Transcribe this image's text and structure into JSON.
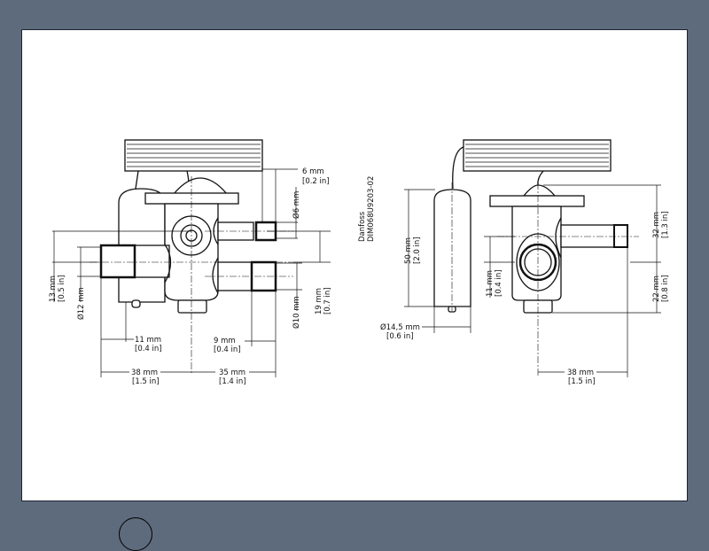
{
  "document": {
    "code_label": "Danfoss",
    "drawing_number": "DIM068U9203-02"
  },
  "left_view": {
    "dims": {
      "d1_mm": "6 mm",
      "d1_in": "[0.2 in]",
      "d2": "Ø6 mm",
      "d3_mm": "13 mm",
      "d3_in": "[0.5 in]",
      "d4": "Ø12 mm",
      "d5_mm": "19 mm",
      "d5_in": "[0.7 in]",
      "d6": "Ø10 mm",
      "d7_mm": "11 mm",
      "d7_in": "[0.4 in]",
      "d8_mm": "9 mm",
      "d8_in": "[0.4 in]",
      "d9_mm": "38 mm",
      "d9_in": "[1.5 in]",
      "d10_mm": "35 mm",
      "d10_in": "[1.4 in]"
    }
  },
  "right_view": {
    "dims": {
      "d1_mm": "50 mm",
      "d1_in": "[2.0 in]",
      "d2_mm": "Ø14,5 mm",
      "d2_in": "[0.6 in]",
      "d3_mm": "11 mm",
      "d3_in": "[0.4 in]",
      "d4_mm": "32 mm",
      "d4_in": "[1.3 in]",
      "d5_mm": "22 mm",
      "d5_in": "[0.8 in]",
      "d6_mm": "38 mm",
      "d6_in": "[1.5 in]"
    }
  }
}
